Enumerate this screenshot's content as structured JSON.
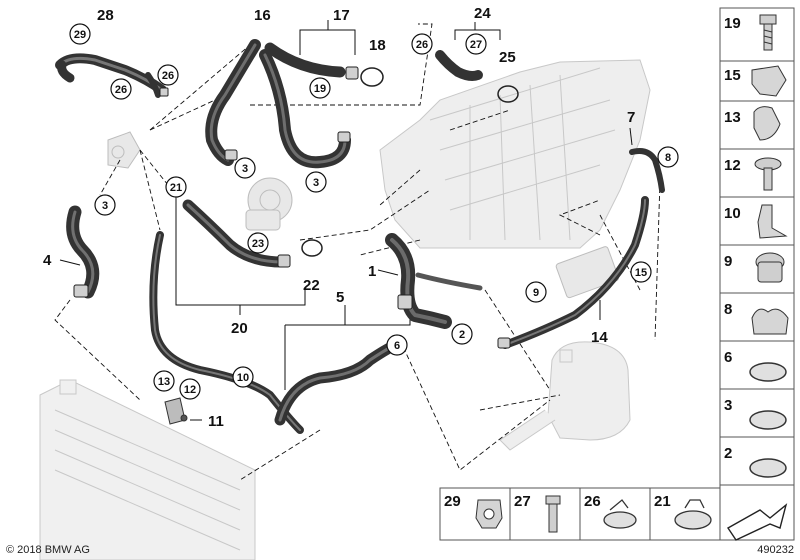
{
  "callouts": {
    "c28": "28",
    "c16": "16",
    "c17": "17",
    "c18": "18",
    "c24": "24",
    "c25": "25",
    "c7": "7",
    "c4": "4",
    "c1": "1",
    "c5": "5",
    "c14": "14",
    "c20": "20",
    "c22": "22",
    "c11": "11"
  },
  "circled": {
    "k29": "29",
    "k26a": "26",
    "k26b": "26",
    "k26c": "26",
    "k19": "19",
    "k27": "27",
    "k3a": "3",
    "k3b": "3",
    "k3c": "3",
    "k8": "8",
    "k21": "21",
    "k23": "23",
    "k9": "9",
    "k15": "15",
    "k2": "2",
    "k6": "6",
    "k10": "10",
    "k13": "13",
    "k12": "12"
  },
  "side_panel": [
    "19",
    "15",
    "13",
    "12",
    "10",
    "9",
    "8",
    "6",
    "3",
    "2"
  ],
  "bottom_panel": [
    "29",
    "27",
    "26",
    "21"
  ],
  "footer": {
    "copyright": "© 2018 BMW AG",
    "diagram_id": "490232"
  },
  "colors": {
    "line": "#111111",
    "hose": "#3a3a3a",
    "ghost": "#dcdcdc",
    "panel_border": "#555555"
  },
  "icons": [
    "hose-clip-icon",
    "bolt-icon",
    "clamp-icon",
    "flow-arrow-icon"
  ]
}
